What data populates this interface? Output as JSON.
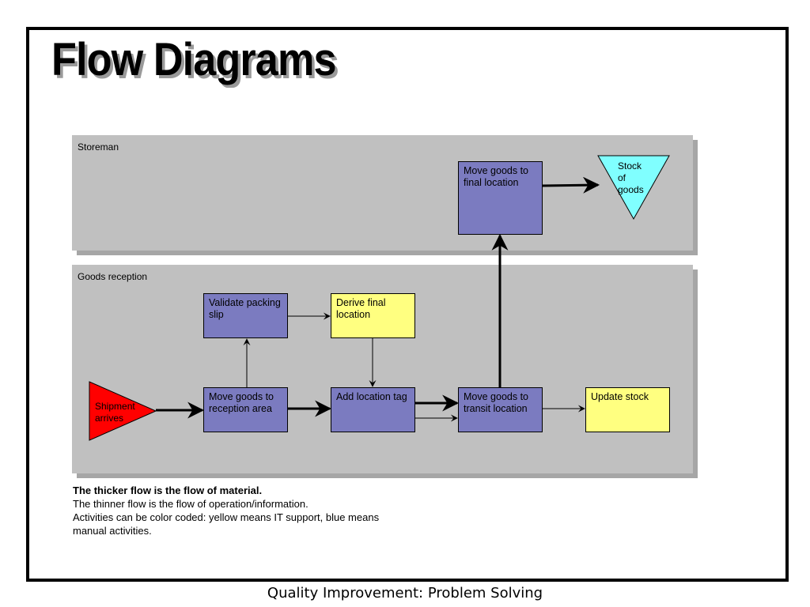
{
  "title": "Flow Diagrams",
  "diagram": {
    "lanes": {
      "storeman": "Storeman",
      "goods_reception": "Goods reception"
    },
    "nodes": {
      "move_to_final": "Move goods to final location",
      "stock_of_goods": "Stock of goods",
      "validate_packing_slip": "Validate packing slip",
      "derive_final_location": "Derive final location",
      "shipment_arrives": "Shipment arrives",
      "move_to_reception": "Move goods to reception area",
      "add_location_tag": "Add location tag",
      "move_to_transit": "Move goods to transit location",
      "update_stock": "Update stock"
    },
    "colors": {
      "lane": "#c0c0c0",
      "manual_activity": "#7b7bc0",
      "it_support": "#ffff80",
      "event_start": "#ff0000",
      "stock": "#80ffff"
    }
  },
  "notes": {
    "line1": "The thicker flow is the flow of material.",
    "line2": "The thinner flow is the flow of operation/information.",
    "line3": "Activities can be color coded: yellow means IT support, blue means",
    "line4": "manual activities."
  },
  "footer": "Quality Improvement: Problem Solving"
}
